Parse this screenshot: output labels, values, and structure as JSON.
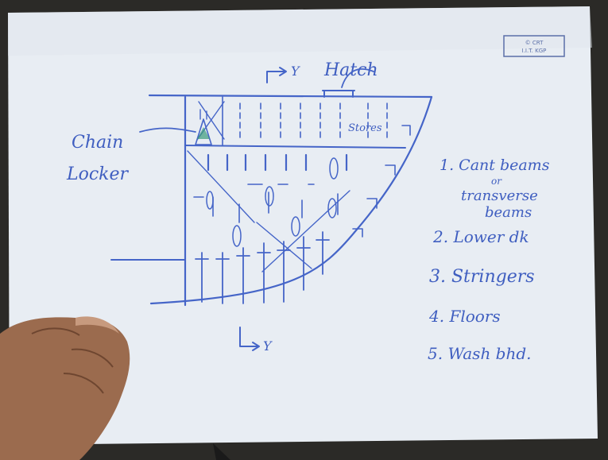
{
  "logo_text": [
    "© CRT",
    "I.I.T. KGP"
  ],
  "section_marks": {
    "top": "Y",
    "bottom": "Y"
  },
  "labels": {
    "hatch": "Hatch",
    "stores": "Stores",
    "chain_locker": [
      "Chain",
      "Locker"
    ]
  },
  "legend": [
    {
      "lines": [
        "1. Cant beams",
        "or",
        "transverse",
        "beams"
      ]
    },
    {
      "lines": [
        "2. Lower dk"
      ]
    },
    {
      "lines": [
        "3. Stringers"
      ]
    },
    {
      "lines": [
        "4. Floors"
      ]
    },
    {
      "lines": [
        "5. Wash bhd."
      ]
    }
  ],
  "colors": {
    "ink": "#4565c8",
    "paper": "#e9eef4",
    "background": "#2a2a28",
    "skin": "#9b6b4e"
  }
}
